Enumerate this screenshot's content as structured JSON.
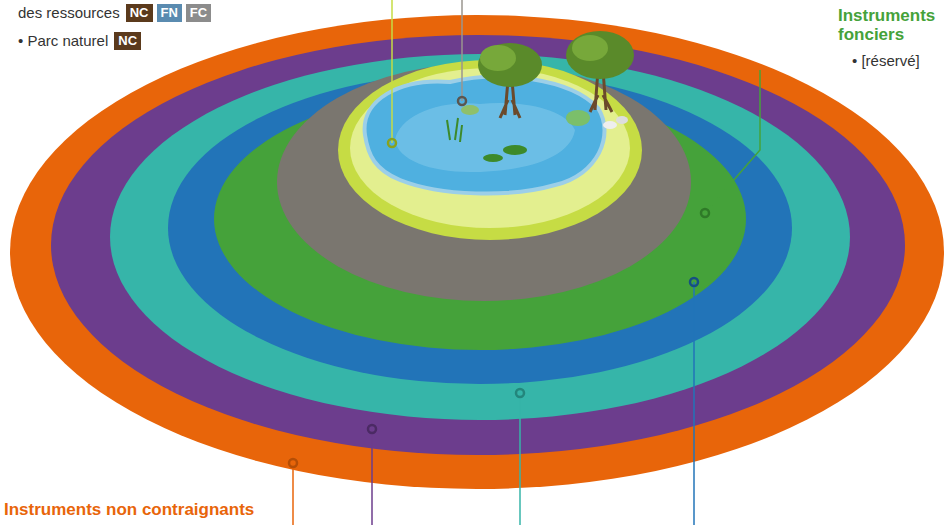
{
  "diagram": {
    "labels": [
      "des ressources",
      "NC",
      "FN",
      "FC",
      "• Parc naturel",
      "NC",
      "Instruments fonciers",
      "• [réservé]",
      "Instruments non contraignants"
    ]
  }
}
